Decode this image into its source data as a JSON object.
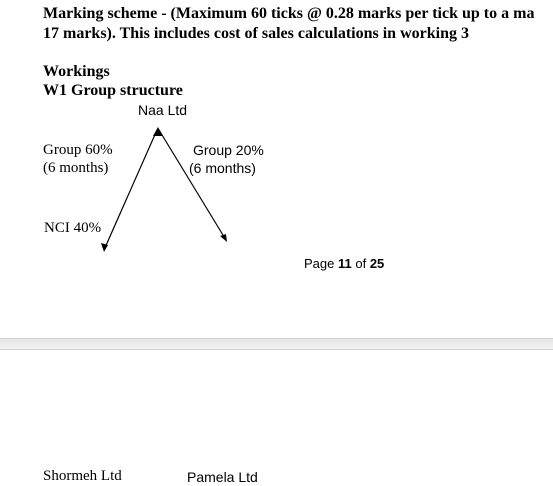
{
  "scheme": {
    "line1": "Marking scheme - (Maximum 60 ticks @ 0.28 marks per tick up to a ma",
    "line2": "17 marks). This includes cost of sales calculations in working 3"
  },
  "workings": {
    "heading": "Workings",
    "w1_heading": "W1 Group structure"
  },
  "structure": {
    "parent": "Naa Ltd",
    "left_label_1": "Group 60%",
    "left_label_2": "(6 months)",
    "right_label_1": "Group 20%",
    "right_label_2": "(6 months)",
    "nci_label": "NCI  40%"
  },
  "page_footer": {
    "prefix": "Page ",
    "current": "11",
    "mid": " of ",
    "total": "25"
  },
  "next_page": {
    "left_company": "Shormeh Ltd",
    "right_company": "Pamela Ltd"
  }
}
